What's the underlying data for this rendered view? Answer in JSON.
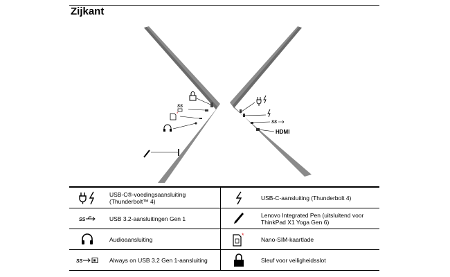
{
  "page": {
    "title": "Zijkant"
  },
  "figure": {
    "hdmi_label": "HDMI",
    "usb_ss_mark": "SS"
  },
  "ports": [
    {
      "left": {
        "icon": "usb-c-power-thunderbolt-icon",
        "label": "USB-C®-voedingsaansluiting (Thunderbolt™ 4)"
      },
      "right": {
        "icon": "thunderbolt-icon",
        "label": "USB-C-aansluiting (Thunderbolt 4)"
      }
    },
    {
      "left": {
        "icon": "usb-ss-icon",
        "label": "USB 3.2-aansluitingen Gen 1"
      },
      "right": {
        "icon": "pen-icon",
        "label": "Lenovo Integrated Pen (uitsluitend voor ThinkPad X1 Yoga Gen 6)"
      }
    },
    {
      "left": {
        "icon": "headset-icon",
        "label": "Audioaansluiting"
      },
      "right": {
        "icon": "sim-card-icon",
        "label": "Nano-SIM-kaartlade"
      }
    },
    {
      "left": {
        "icon": "usb-always-on-icon",
        "label": "Always on USB 3.2 Gen 1-aansluiting"
      },
      "right": {
        "icon": "lock-icon",
        "label": "Sleuf voor veiligheidsslot"
      }
    }
  ],
  "colors": {
    "laptop_body": "#8a8a8a",
    "laptop_edge": "#6a6a6a",
    "sim_asterisk": "#e0262b"
  }
}
